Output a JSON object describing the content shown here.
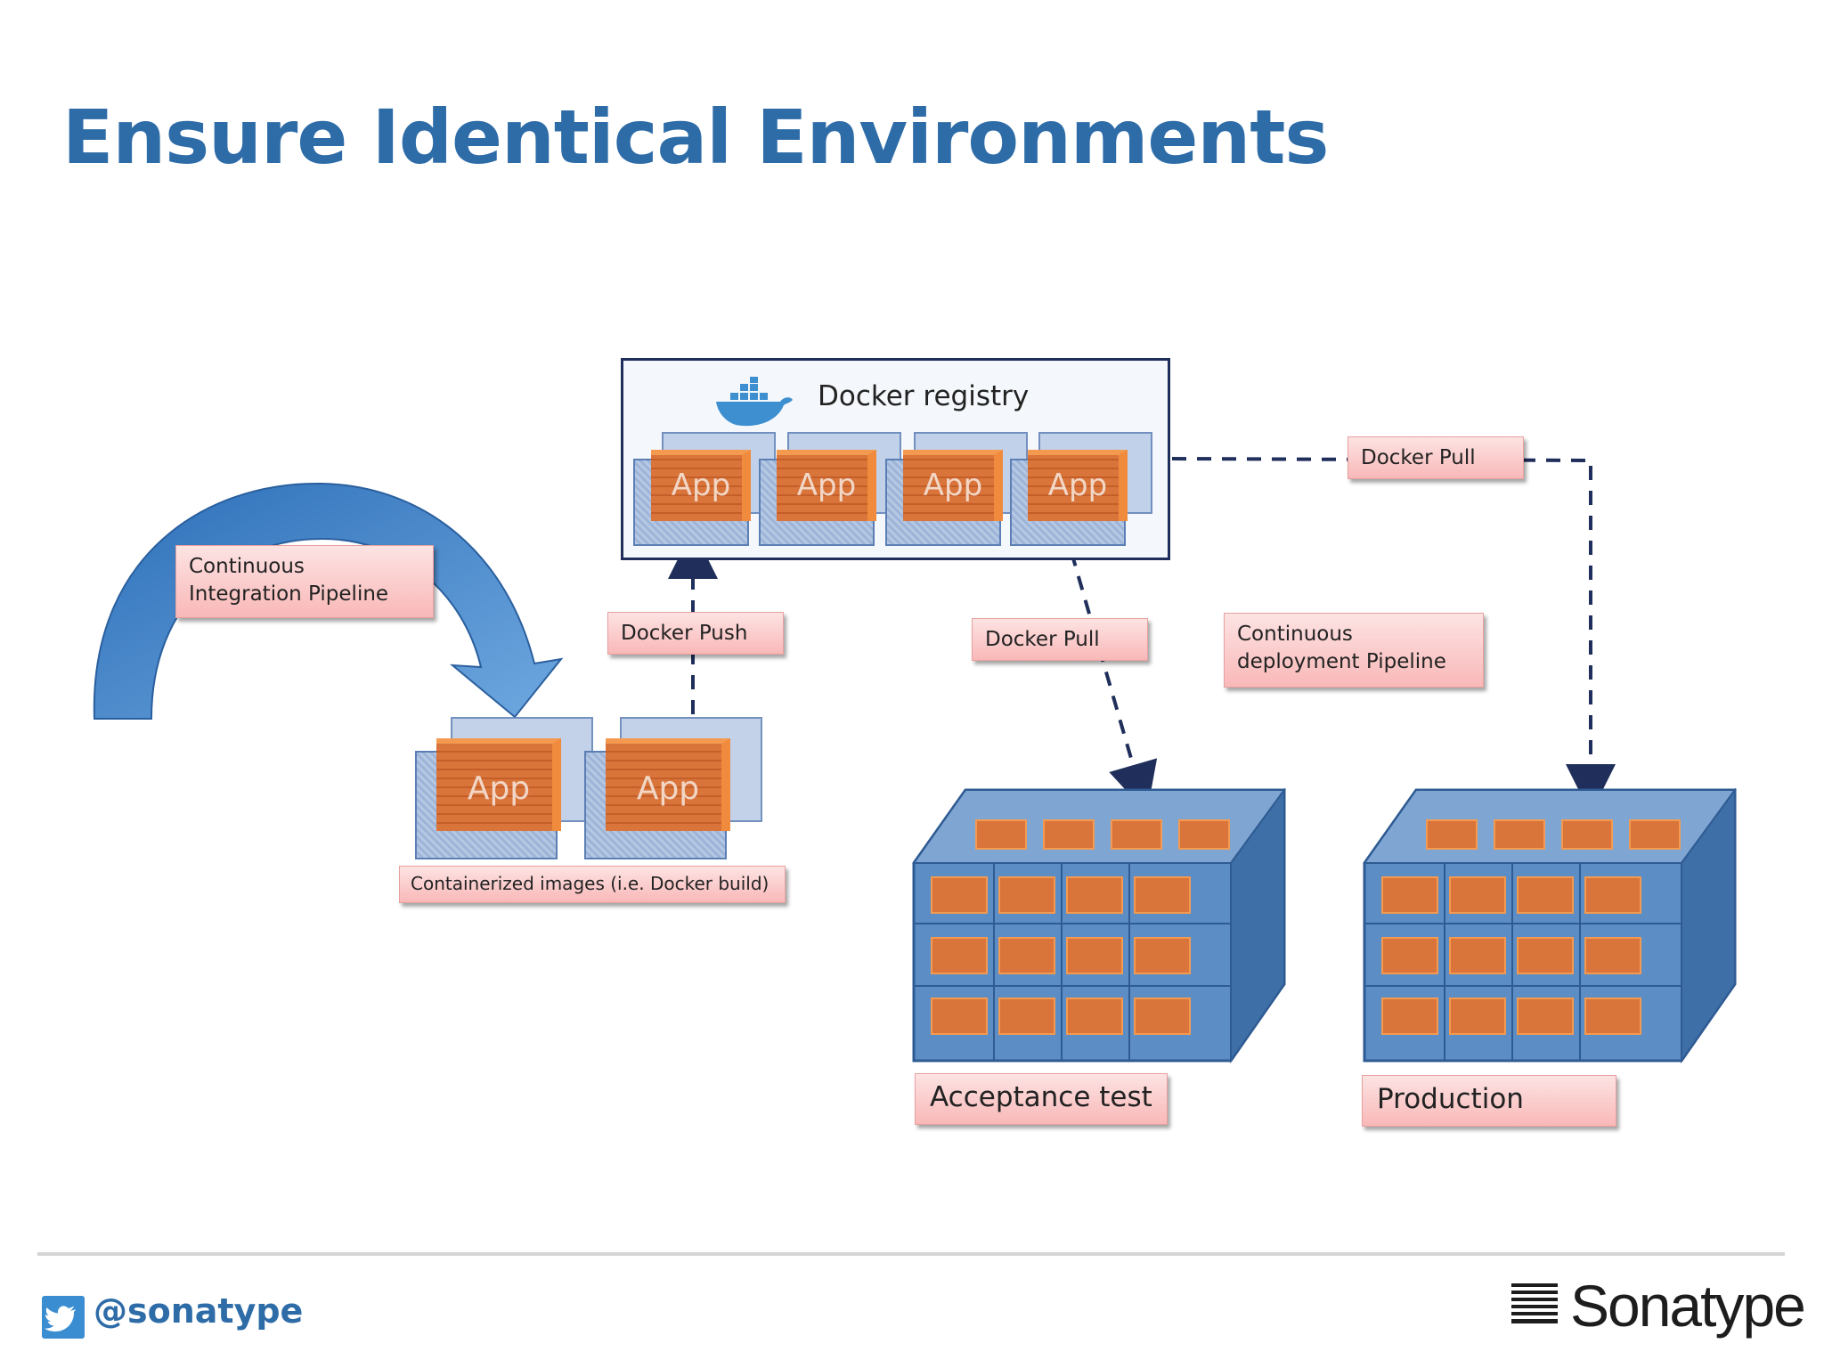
{
  "slide": {
    "title": "Ensure Identical Environments"
  },
  "registry": {
    "label": "Docker registry",
    "app_label": "App"
  },
  "labels": {
    "ci_pipeline_line1": "Continuous",
    "ci_pipeline_line2": "Integration Pipeline",
    "docker_push": "Docker Push",
    "docker_pull_middle": "Docker Pull",
    "docker_pull_right": "Docker Pull",
    "cd_pipeline_line1": "Continuous",
    "cd_pipeline_line2": "deployment Pipeline",
    "containerized_images": "Containerized images (i.e. Docker  build)",
    "acceptance_test": "Acceptance test",
    "production": "Production"
  },
  "local_images": {
    "app_label": "App"
  },
  "colors": {
    "title": "#2E6CA8",
    "registry_border": "#1F2E5A",
    "label_fill": "#F9B8B8",
    "arrow_blue": "#4A8BD0",
    "app_orange": "#E07A3A"
  },
  "footer": {
    "twitter_icon": "twitter-bird-icon",
    "handle": "@sonatype",
    "brand": "Sonatype"
  }
}
